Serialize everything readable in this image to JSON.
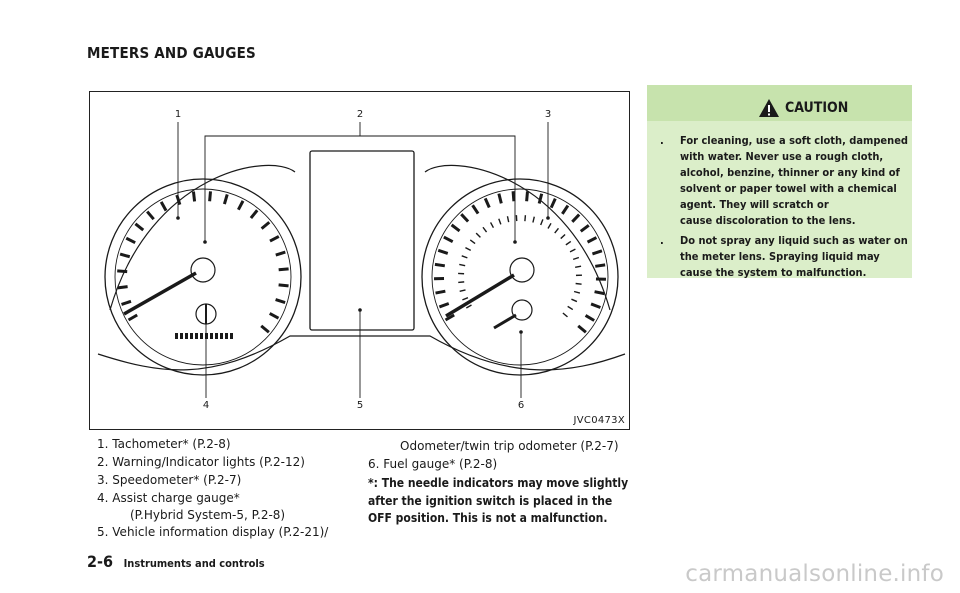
{
  "header": {
    "section_title": "METERS AND GAUGES"
  },
  "figure": {
    "id": "JVC0473X",
    "callouts": [
      "1",
      "2",
      "3",
      "4",
      "5",
      "6"
    ]
  },
  "legend": {
    "items": [
      {
        "num": "1.",
        "text": "Tachometer* (P.2-8)"
      },
      {
        "num": "2.",
        "text": "Warning/Indicator lights (P.2-12)"
      },
      {
        "num": "3.",
        "text": "Speedometer* (P.2-7)"
      },
      {
        "num": "4.",
        "text": "Assist charge gauge*",
        "cont": "(P.Hybrid System-5, P.2-8)"
      },
      {
        "num": "5.",
        "text": "Vehicle information display (P.2-21)/",
        "cont": "Odometer/twin trip odometer (P.2-7)"
      },
      {
        "num": "6.",
        "text": "Fuel gauge* (P.2-8)"
      }
    ]
  },
  "note": {
    "lines": [
      "*: The needle indicators may move slightly",
      "after the ignition switch is placed in the",
      "OFF position. This is not a malfunction."
    ]
  },
  "caution": {
    "title": "CAUTION",
    "items": [
      {
        "bullet": ".",
        "lines": [
          "For cleaning, use a soft cloth, dampened",
          "with water. Never use a rough cloth,",
          "alcohol, benzine, thinner or any kind of",
          "solvent or paper towel with a chemical",
          "agent. They will scratch or",
          "cause discoloration to the lens."
        ]
      },
      {
        "bullet": ".",
        "lines": [
          "Do not spray any liquid such as water on",
          "the meter lens. Spraying liquid may",
          "cause the system to malfunction."
        ]
      }
    ]
  },
  "footer": {
    "page": "2-6",
    "section": "Instruments and controls",
    "watermark": "carmanualsonline.info"
  }
}
